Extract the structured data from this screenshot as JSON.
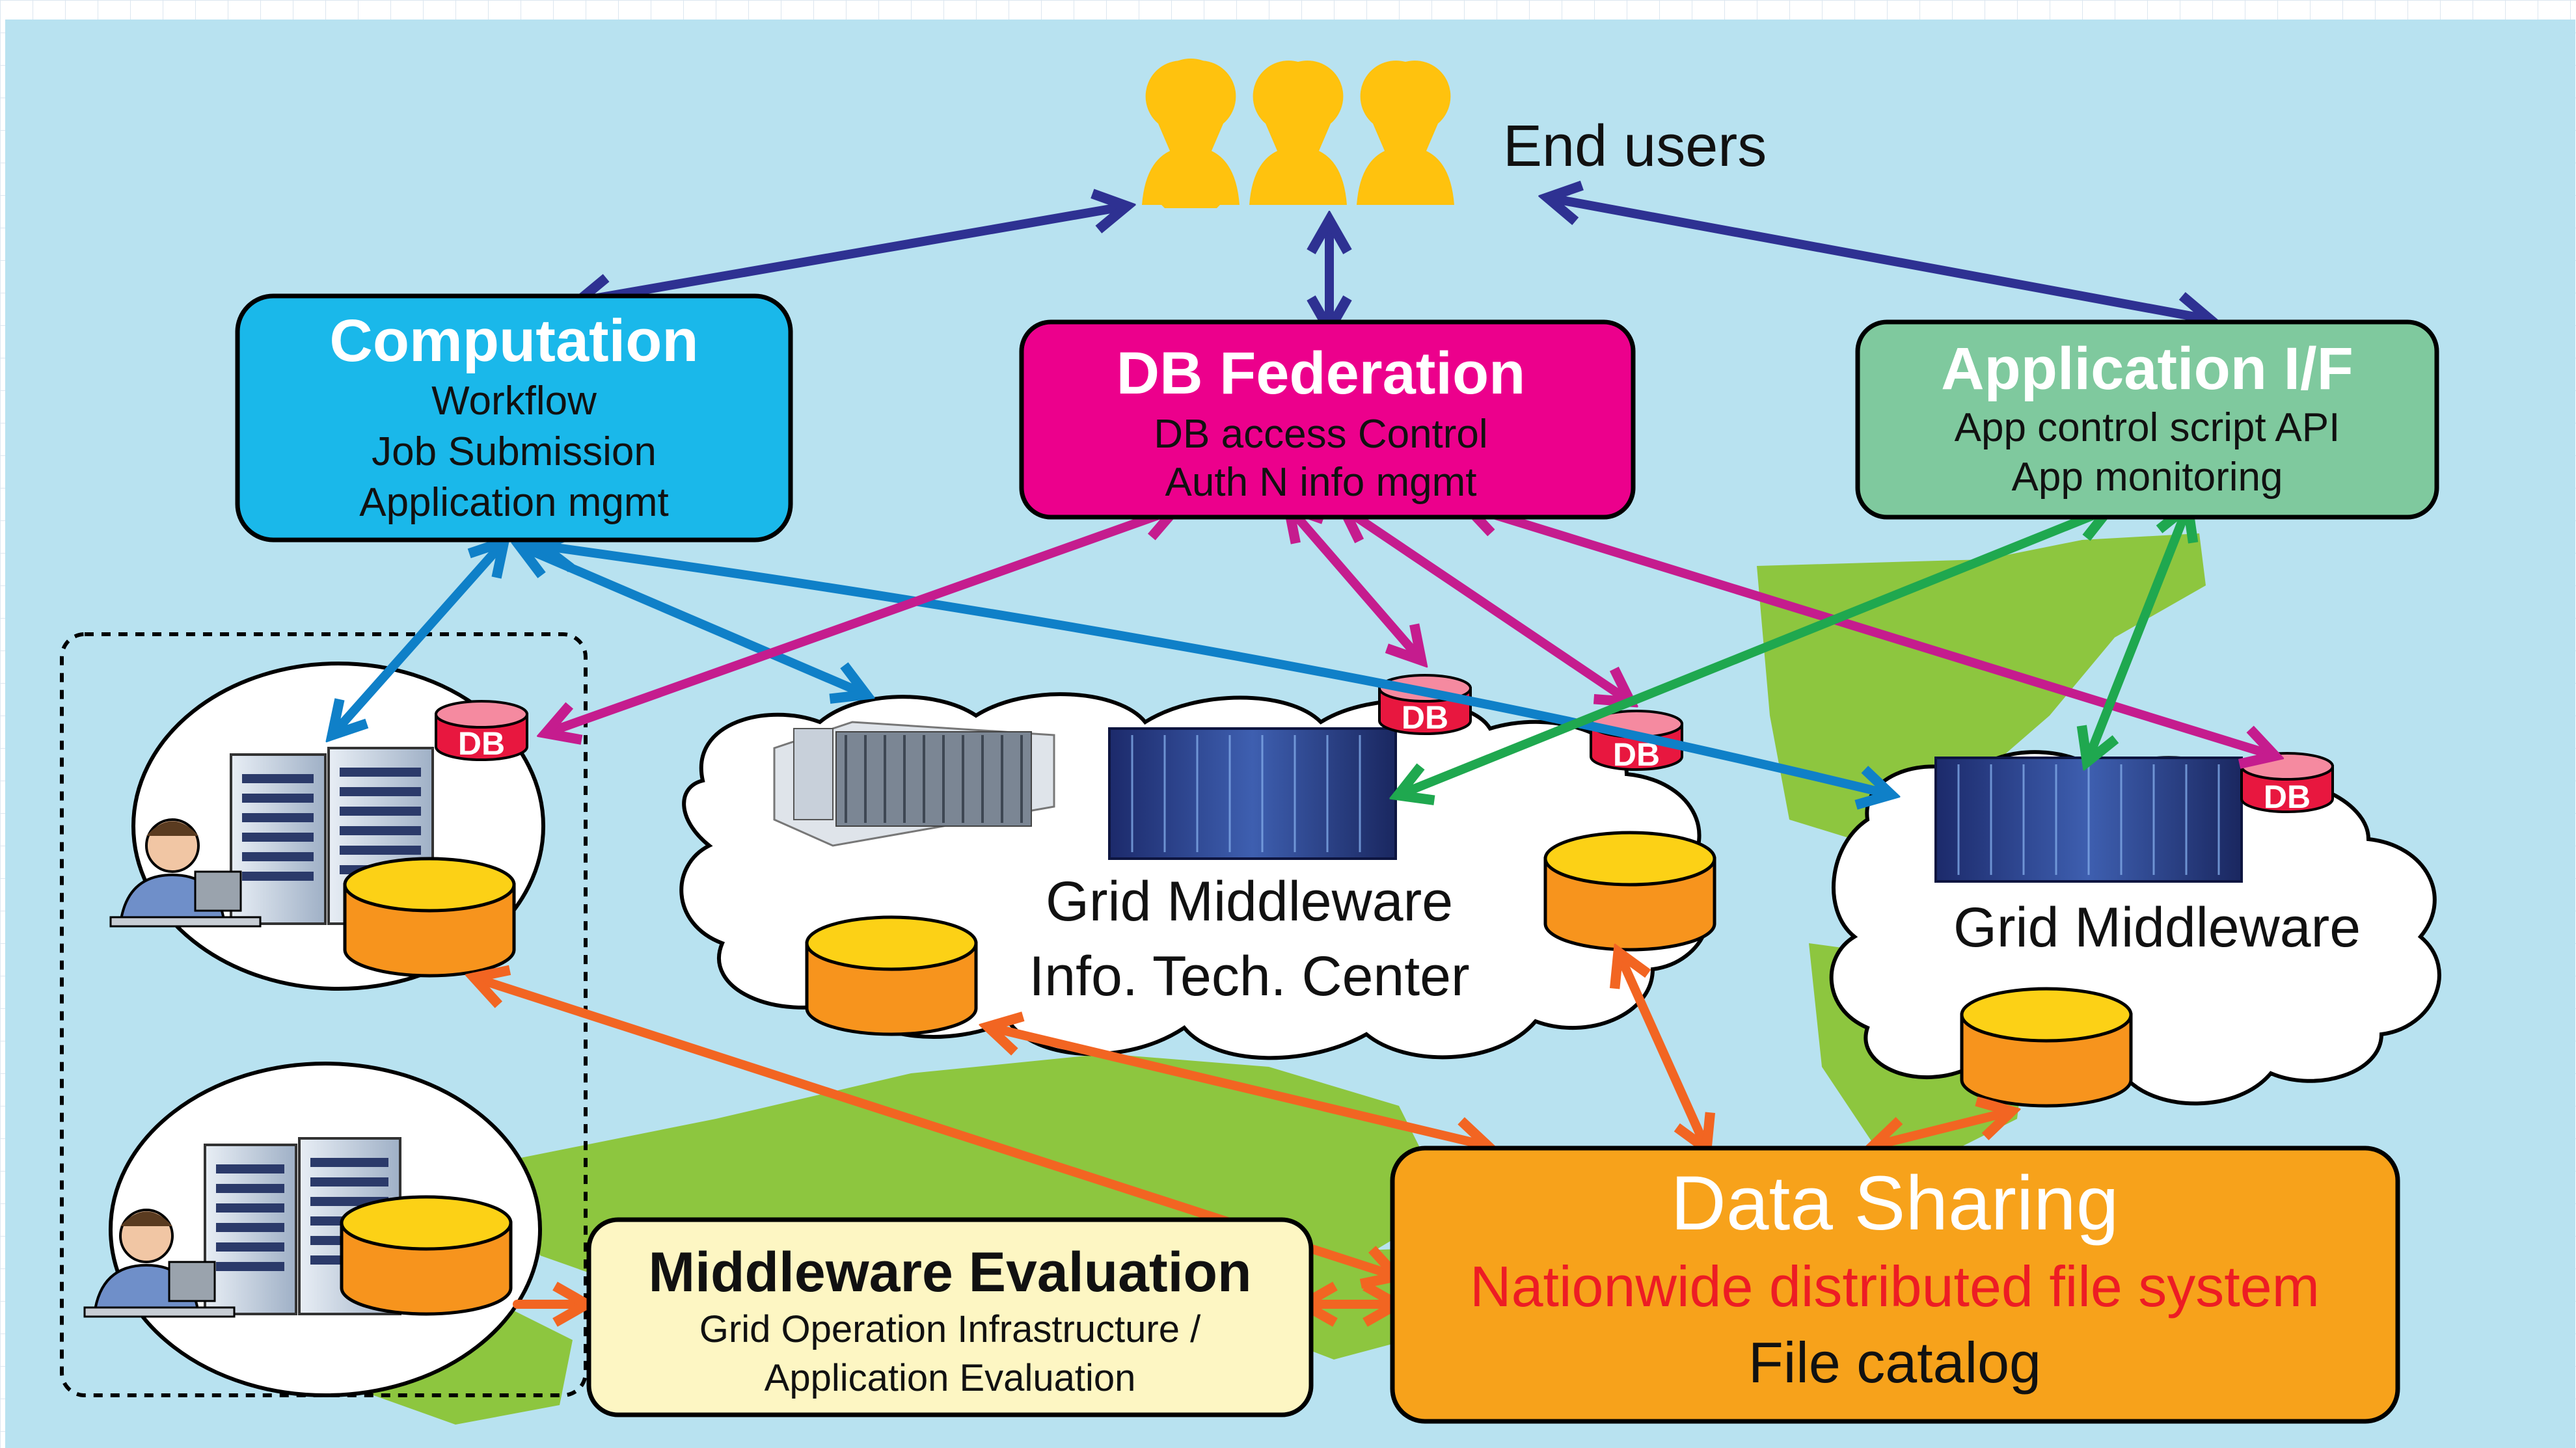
{
  "colors": {
    "sky": "#b8e2f0",
    "land": "#8dc63f",
    "computation_box": "#1ab8ea",
    "db_federation_box": "#ec008c",
    "application_box": "#7fc99e",
    "data_sharing_box": "#f7a21b",
    "middleware_eval_box": "#fdf6c3",
    "arrow_navy": "#2e3192",
    "arrow_blue": "#0f80c8",
    "arrow_magenta": "#c51c8e",
    "arrow_green": "#1fa84f",
    "arrow_orange": "#f26522",
    "db_red": "#e8173f",
    "cylinder_orange": "#f7941d",
    "cylinder_top": "#fcd116",
    "user_yellow": "#ffc20e",
    "red_text": "#ed1c24"
  },
  "end_users": {
    "label": "End users",
    "icon": "user-keyhole-icon",
    "count": 3
  },
  "computation": {
    "title": "Computation",
    "lines": [
      "Workflow",
      "Job Submission",
      "Application mgmt"
    ]
  },
  "db_federation": {
    "title": "DB Federation",
    "lines": [
      "DB access Control",
      "Auth N info mgmt"
    ]
  },
  "application_if": {
    "title": "Application I/F",
    "lines": [
      "App control script API",
      "App monitoring"
    ]
  },
  "grid_itc": {
    "lines": [
      "Grid Middleware",
      "Info. Tech. Center"
    ]
  },
  "grid_right": {
    "label": "Grid Middleware"
  },
  "db_badge": "DB",
  "data_sharing": {
    "title": "Data Sharing",
    "subtitle": "Nationwide distributed file system",
    "detail": "File catalog"
  },
  "middleware_evaluation": {
    "title": "Middleware Evaluation",
    "lines": [
      "Grid Operation Infrastructure /",
      "Application Evaluation"
    ]
  },
  "icons": [
    "server-rack-icon",
    "supercomputer-icon",
    "database-cylinder-icon",
    "db-badge-icon",
    "operator-person-icon",
    "cloud-icon"
  ]
}
